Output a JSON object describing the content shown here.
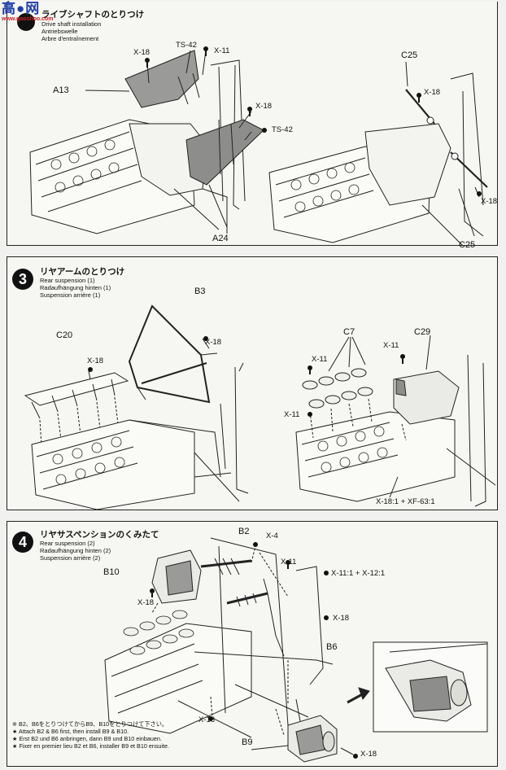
{
  "watermark": {
    "chars": "高●网",
    "url": "www.gaoshoo.com"
  },
  "step2": {
    "title": "ライブシャフトのとりつけ",
    "subs": [
      "Drive shaft installation",
      "Antriebswelle",
      "Arbre d'entraînement"
    ],
    "labels": {
      "x18_a": "X-18",
      "ts42_a": "TS-42",
      "x11_a": "X-11",
      "a13": "A13",
      "x18_b": "X-18",
      "ts42_b": "TS-42",
      "a24": "A24",
      "c25_a": "C25",
      "x18_c": "X-18",
      "x18_d": "X-18",
      "c25_b": "C25"
    }
  },
  "step3": {
    "num": "3",
    "title": "リヤアームのとりつけ",
    "subs": [
      "Rear suspension (1)",
      "Radaufhängung hinten (1)",
      "Suspension arrière (1)"
    ],
    "labels": {
      "b3": "B3",
      "x18_a": "X-18",
      "c20": "C20",
      "x18_b": "X-18",
      "c7": "C7",
      "c29": "C29",
      "x11_a": "X-11",
      "x11_b": "X-11",
      "x11_c": "X-11",
      "x18f63": "X-18:1 + XF-63:1"
    }
  },
  "step4": {
    "num": "4",
    "title": "リヤサスペンションのくみたて",
    "subs": [
      "Rear suspension (2)",
      "Radaufhängung hinten (2)",
      "Suspension arrière (2)"
    ],
    "labels": {
      "b2": "B2",
      "x4": "X-4",
      "b10": "B10",
      "x11": "X-11",
      "x1112": "X-11:1 + X-12:1",
      "x18_a": "X-18",
      "x18_b": "X-18",
      "b6": "B6",
      "x18_c": "X-18",
      "b9": "B9",
      "x18_d": "X-18"
    },
    "notes": [
      "※ B2、B6をとりつけてからB9、B10をとりつけて下さい。",
      "★ Attach B2 & B6 first, then install B9 & B10.",
      "★ Erst B2 und B6 anbringen, dann B9 und B10 einbauen.",
      "★ Fixer en premier lieu B2 et B6, installer B9 et B10 ensuite."
    ]
  }
}
